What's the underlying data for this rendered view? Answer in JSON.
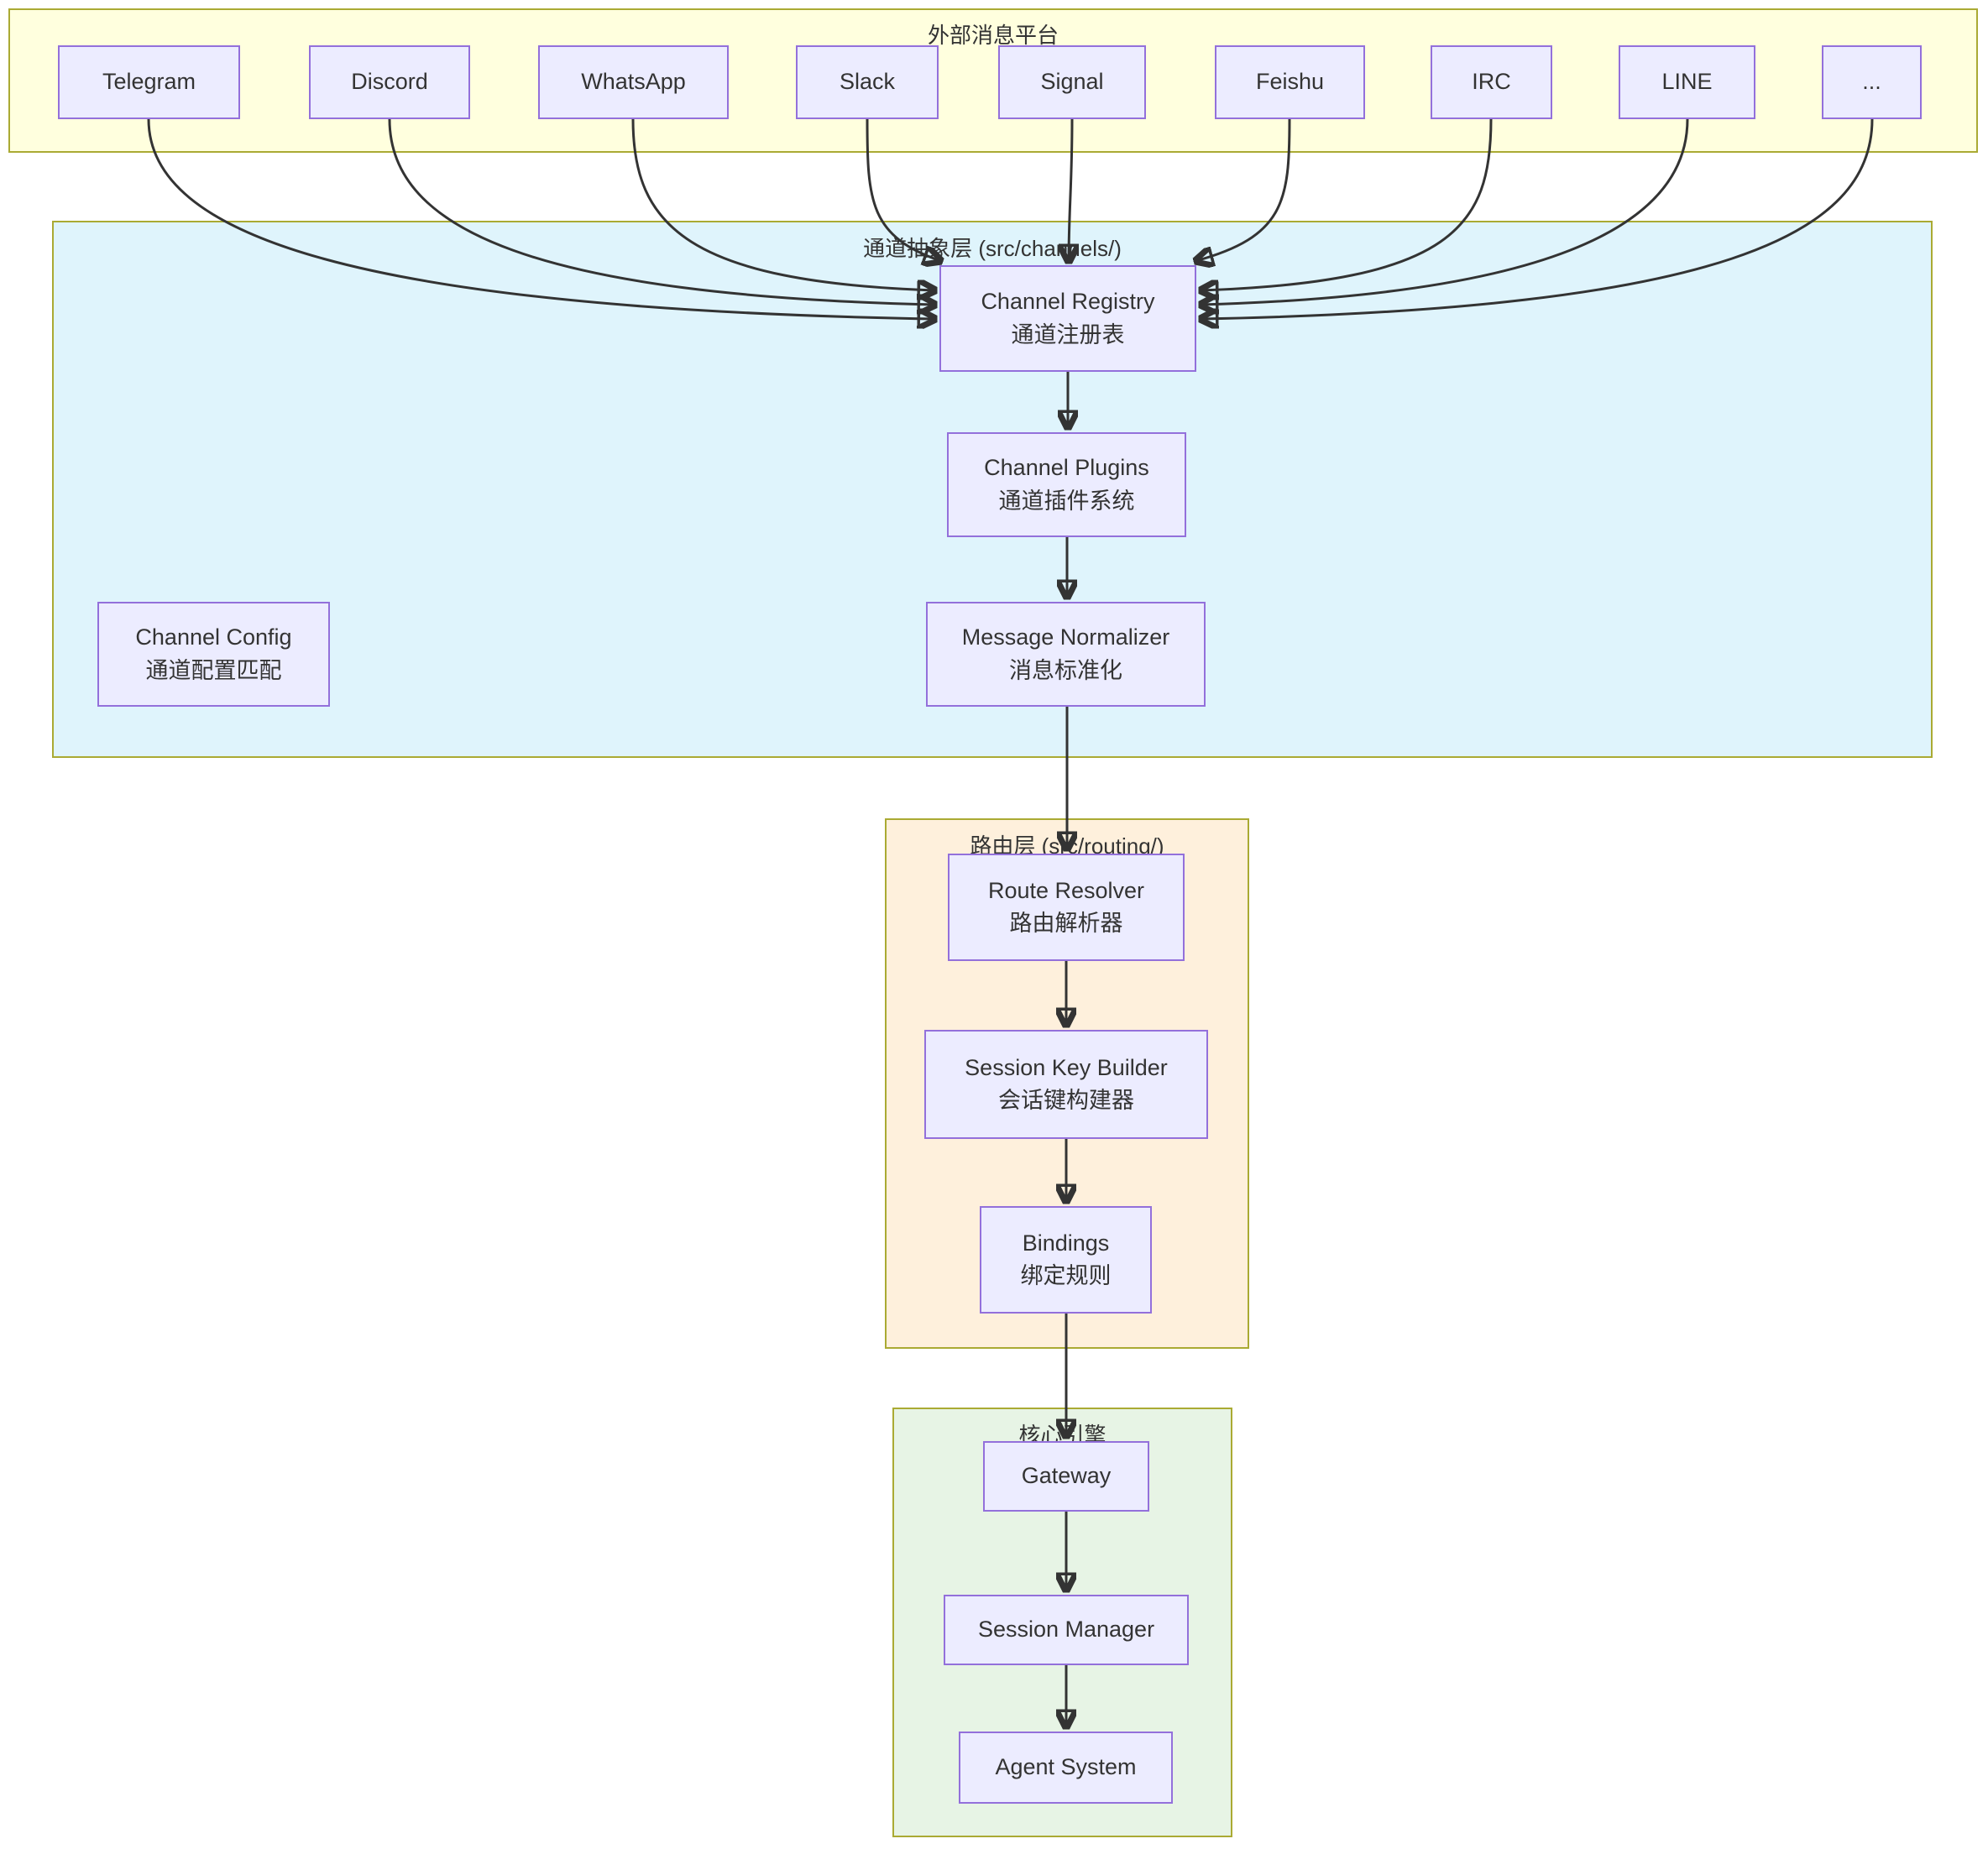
{
  "sections": {
    "platforms": {
      "label": "外部消息平台"
    },
    "channels": {
      "label": "通道抽象层 (src/channels/)"
    },
    "routing": {
      "label": "路由层 (src/routing/)"
    },
    "core": {
      "label": "核心引擎"
    }
  },
  "nodes": {
    "telegram": {
      "title": "Telegram"
    },
    "discord": {
      "title": "Discord"
    },
    "whatsapp": {
      "title": "WhatsApp"
    },
    "slack": {
      "title": "Slack"
    },
    "signal": {
      "title": "Signal"
    },
    "feishu": {
      "title": "Feishu"
    },
    "irc": {
      "title": "IRC"
    },
    "line": {
      "title": "LINE"
    },
    "more": {
      "title": "..."
    },
    "channel_registry": {
      "title": "Channel Registry",
      "subtitle": "通道注册表"
    },
    "channel_plugins": {
      "title": "Channel Plugins",
      "subtitle": "通道插件系统"
    },
    "message_normalizer": {
      "title": "Message Normalizer",
      "subtitle": "消息标准化"
    },
    "channel_config": {
      "title": "Channel Config",
      "subtitle": "通道配置匹配"
    },
    "route_resolver": {
      "title": "Route Resolver",
      "subtitle": "路由解析器"
    },
    "session_key_builder": {
      "title": "Session Key Builder",
      "subtitle": "会话键构建器"
    },
    "bindings": {
      "title": "Bindings",
      "subtitle": "绑定规则"
    },
    "gateway": {
      "title": "Gateway"
    },
    "session_manager": {
      "title": "Session Manager"
    },
    "agent_system": {
      "title": "Agent System"
    }
  },
  "colors": {
    "node_fill": "#ECECFF",
    "node_border": "#9370DB",
    "cluster_border": "#AAAA33",
    "platforms_fill": "#FFFFDE",
    "channels_fill": "#DFF4FC",
    "routing_fill": "#FEF0DC",
    "core_fill": "#E7F4E5",
    "text": "#333333",
    "arrow": "#333333"
  }
}
